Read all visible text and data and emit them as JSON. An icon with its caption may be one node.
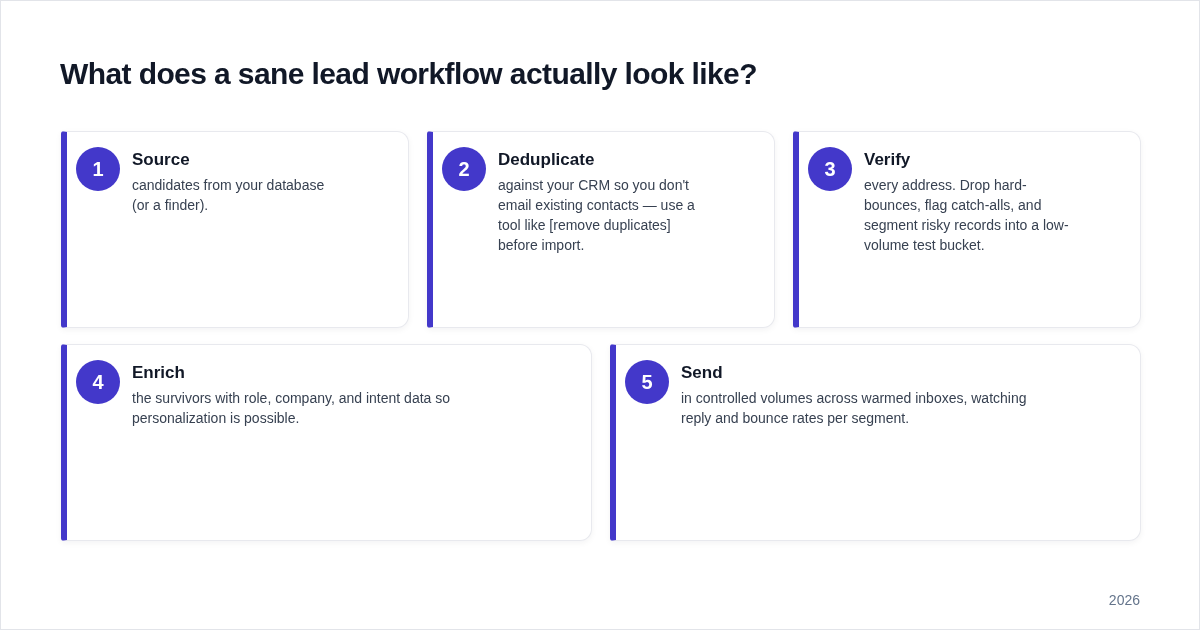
{
  "diagram": {
    "title": "What does a sane lead workflow actually look like?",
    "nodes": [
      {
        "text": [
          "Source",
          "candidates from your database (or a finder)."
        ]
      },
      {
        "text": [
          "1"
        ],
        "in": 0
      },
      {
        "text": [
          "Deduplicate",
          "against your CRM so you don't email existing contacts — use a tool like [remove duplicates] before import."
        ]
      },
      {
        "text": [
          "2"
        ],
        "in": 2
      },
      {
        "text": [
          "Verify",
          "every address. Drop hard-bounces, flag catch-alls, and segment risky records into a low-volume test bucket."
        ]
      },
      {
        "text": [
          "3"
        ],
        "in": 4
      },
      {
        "text": [
          "Enrich",
          "the survivors with role, company, and intent data so personalization is possible."
        ]
      },
      {
        "text": [
          "4"
        ],
        "in": 6
      },
      {
        "text": [
          "Send",
          "in controlled volumes across warmed inboxes, watching reply and bounce rates per segment."
        ]
      },
      {
        "text": [
          "5"
        ],
        "in": 8
      }
    ],
    "labels": [
      "2026"
    ]
  }
}
